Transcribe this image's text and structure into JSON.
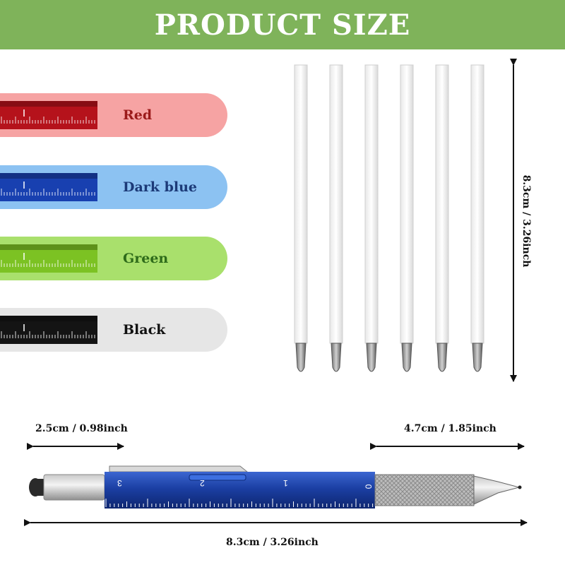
{
  "header": {
    "title": "PRODUCT SIZE",
    "background": "#7fb35a"
  },
  "colors": [
    {
      "label": "Red",
      "band_color": "#f6a3a3",
      "pen_color": "#b5121b",
      "text_color": "#9b1b1b"
    },
    {
      "label": "Dark blue",
      "band_color": "#8cc2f2",
      "pen_color": "#1840b0",
      "text_color": "#1c3a78"
    },
    {
      "label": "Green",
      "band_color": "#a9e06c",
      "pen_color": "#7cc223",
      "text_color": "#2e6b1a"
    },
    {
      "label": "Black",
      "band_color": "#e6e6e6",
      "pen_color": "#141414",
      "text_color": "#111111"
    }
  ],
  "refills": {
    "count": 6,
    "length_label": "8.3cm / 3.26inch"
  },
  "pen": {
    "stylus_label": "2.5cm / 0.98inch",
    "tip_label": "4.7cm / 1.85inch",
    "total_label": "8.3cm / 3.26inch",
    "ruler_numbers": [
      "3",
      "2",
      "1",
      "0"
    ],
    "body_color": "#1b3fa3"
  }
}
